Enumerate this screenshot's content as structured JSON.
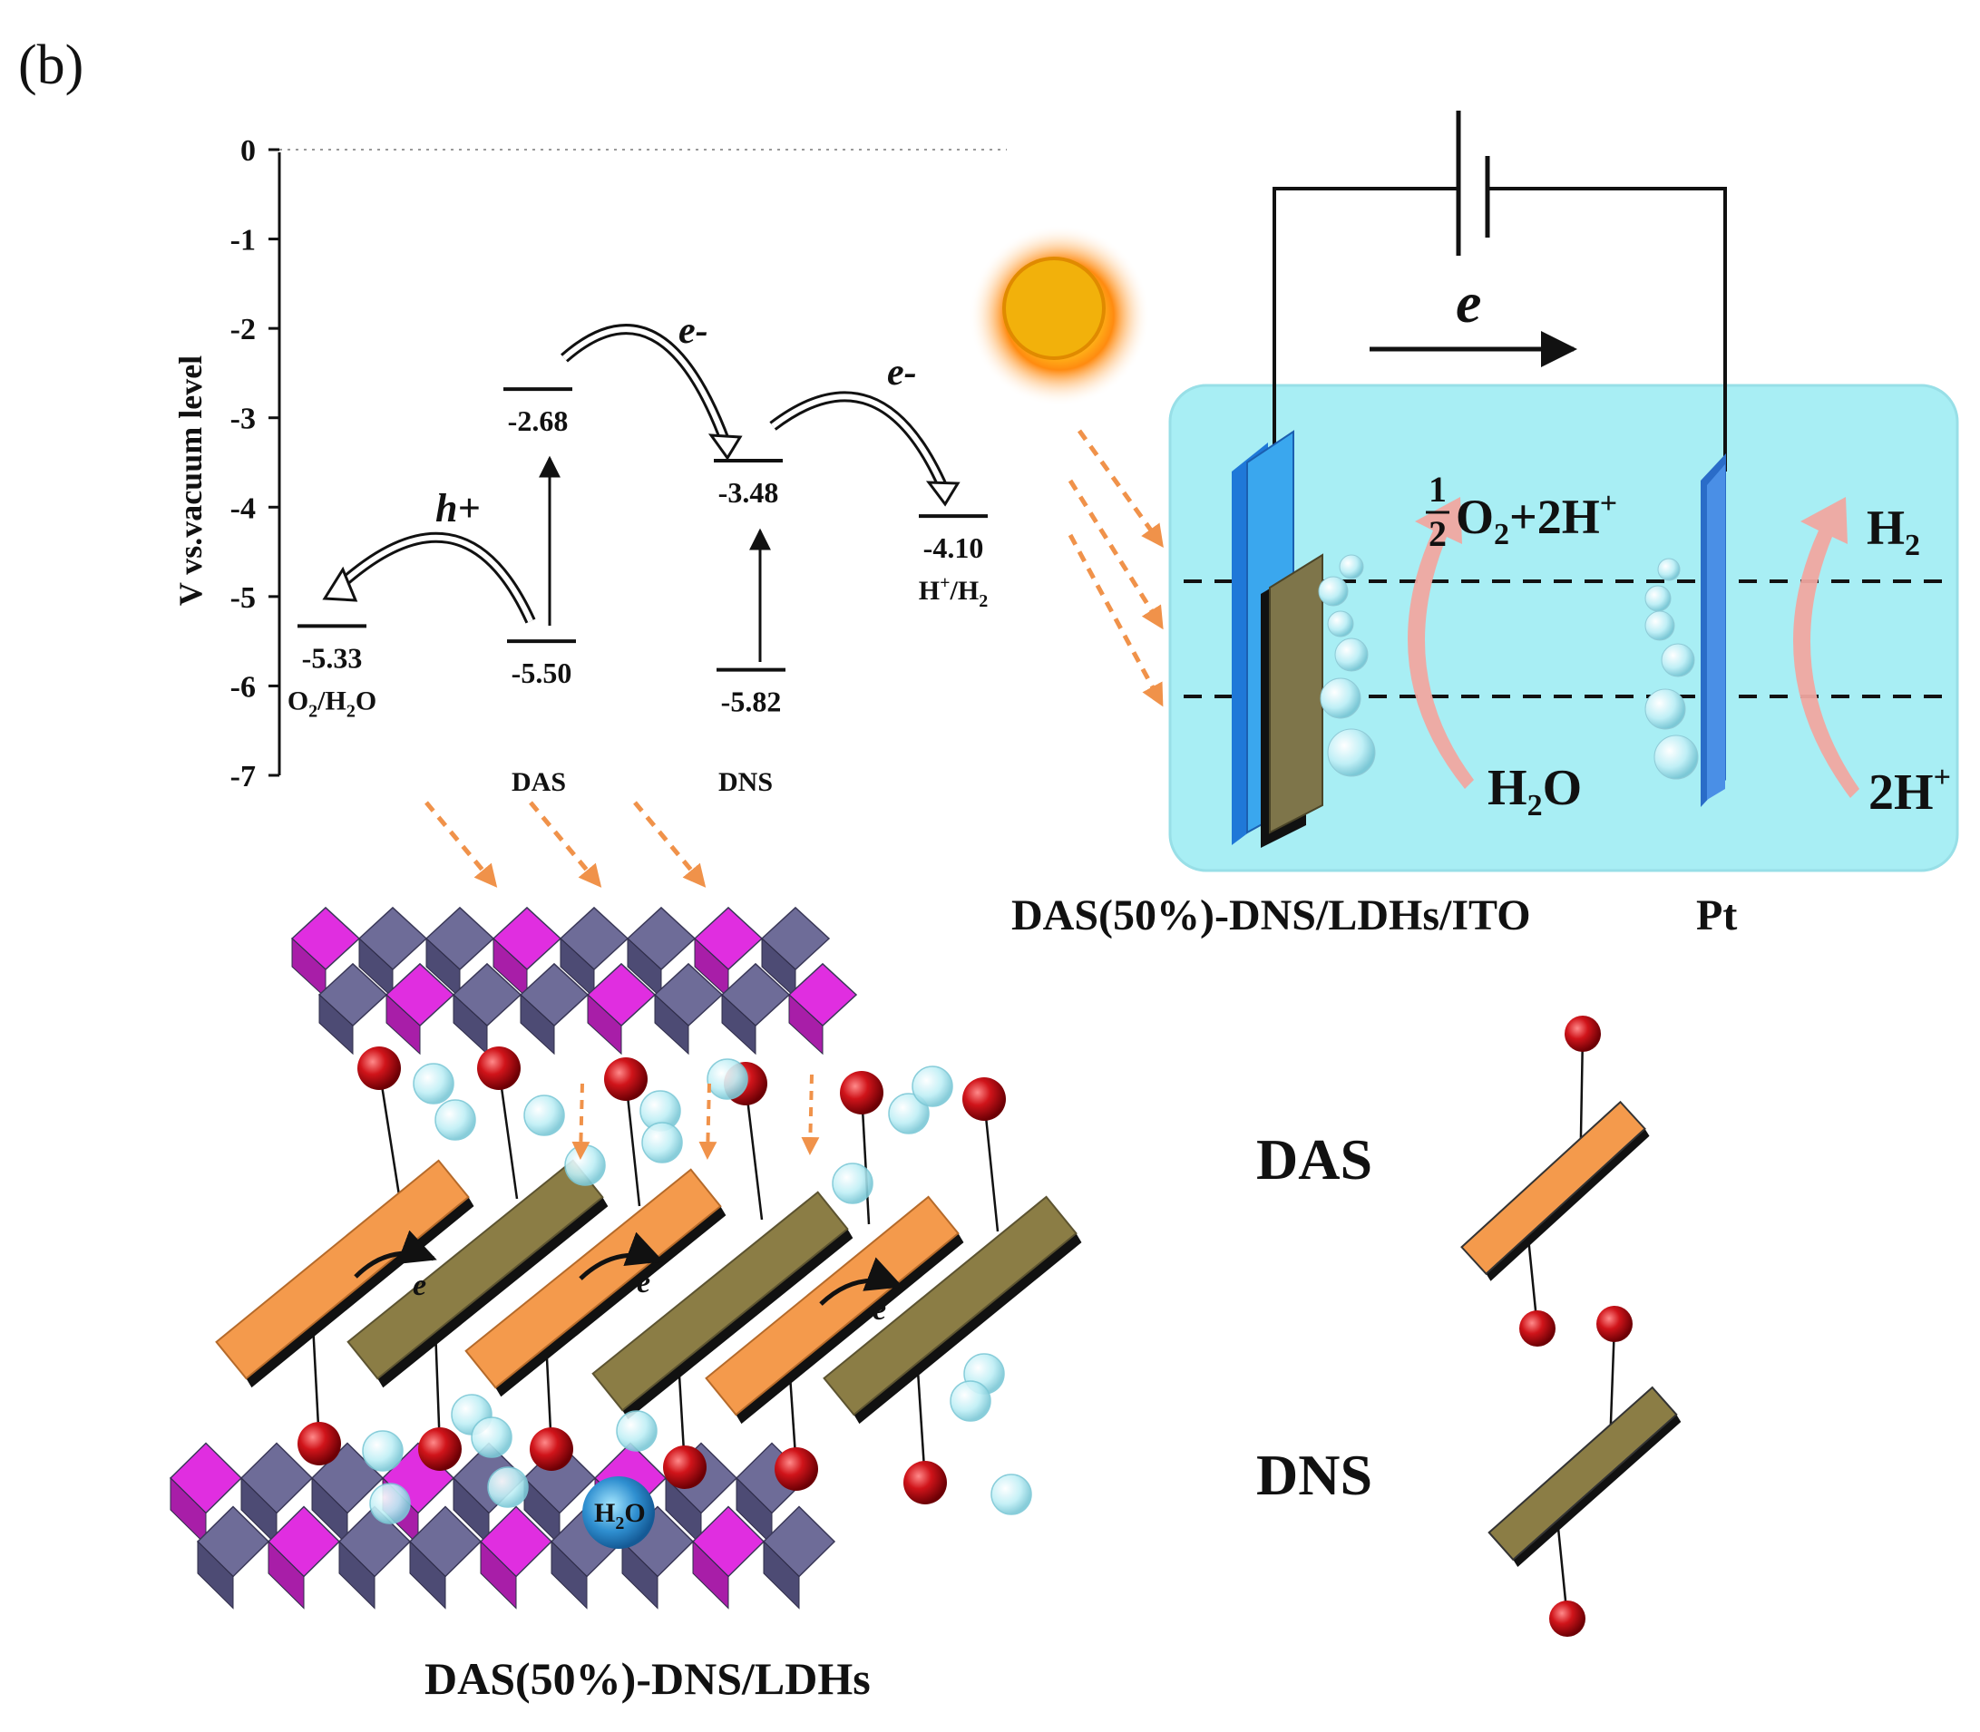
{
  "panel_label": "(b)",
  "energy_diagram": {
    "ylabel": "V vs.vacuum level",
    "y_ticks": [
      "0",
      "-1",
      "-2",
      "-3",
      "-4",
      "-5",
      "-6",
      "-7"
    ],
    "ylim": [
      -7,
      0
    ],
    "levels": [
      {
        "id": "o2",
        "value": -5.33,
        "label": "-5.33",
        "sublabel": "O2/H2O"
      },
      {
        "id": "das_lumo",
        "value": -2.68,
        "label": "-2.68"
      },
      {
        "id": "das_homo",
        "value": -5.5,
        "label": "-5.50"
      },
      {
        "id": "dns_lumo",
        "value": -3.48,
        "label": "-3.48"
      },
      {
        "id": "dns_homo",
        "value": -5.82,
        "label": "-5.82"
      },
      {
        "id": "h2",
        "value": -4.1,
        "label": "-4.10",
        "sublabel": "H+/H2"
      }
    ],
    "columns": [
      "DAS",
      "DNS"
    ],
    "transfers": {
      "hole": "h+",
      "electron": "e-"
    }
  },
  "cell": {
    "electron_label": "e",
    "anode_reaction": "1/2 O2+2H+",
    "anode_reactant": "H2O",
    "cathode_product": "H2",
    "cathode_reactant": "2H+",
    "photoanode_label": "DAS(50%)-DNS/LDHs/ITO",
    "cathode_label": "Pt"
  },
  "structure": {
    "caption": "DAS(50%)-DNS/LDHs",
    "water_label": "H2O",
    "electron_label": "e"
  },
  "legend": {
    "das_label": "DAS",
    "dns_label": "DNS"
  },
  "colors": {
    "das": "#f49a4c",
    "dns": "#8b7d45",
    "oxygen": "#c40d12",
    "water": "#9fe6f2",
    "layer_purple": "#6e6c98",
    "layer_magenta": "#e02ee0",
    "electrolyte": "#a8eef4",
    "electrode": "#3c8fe6"
  }
}
